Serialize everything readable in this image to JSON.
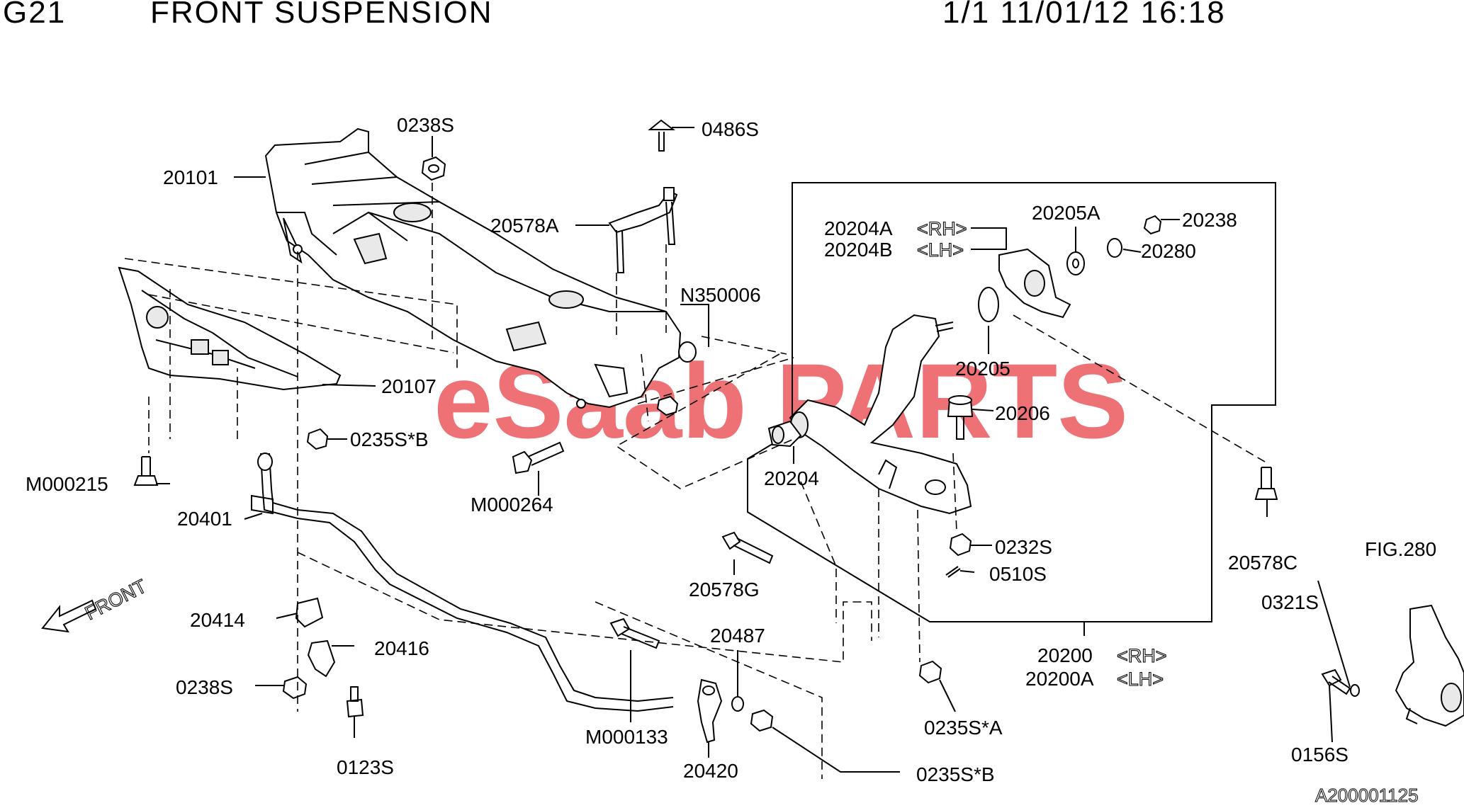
{
  "header": {
    "group": "G21",
    "title": "FRONT SUSPENSION",
    "page_info": "1/1 11/01/12 16:18"
  },
  "watermark": {
    "part1": "eSaab",
    "part2": "PARTS",
    "color_part1": "#e84a4f",
    "color_part2": "#e84a4f"
  },
  "direction": {
    "label": "FRONT",
    "icon": "front-arrow-icon"
  },
  "figure_id": "A200001125",
  "callouts": {
    "c_0238S_top": "0238S",
    "c_0486S": "0486S",
    "c_20101": "20101",
    "c_20578A": "20578A",
    "c_N350006": "N350006",
    "c_20107": "20107",
    "c_0235SB_left": "0235S*B",
    "c_M000215": "M000215",
    "c_20401": "20401",
    "c_M000264": "M000264",
    "c_20204A": "20204A",
    "c_20204B": "20204B",
    "c_20205A": "20205A",
    "c_20238": "20238",
    "c_20280": "20280",
    "c_20205": "20205",
    "c_20206": "20206",
    "c_20204": "20204",
    "c_0232S": "0232S",
    "c_0510S": "0510S",
    "c_20578G": "20578G",
    "c_20578C": "20578C",
    "c_FIG280": "FIG.280",
    "c_0321S": "0321S",
    "c_20414": "20414",
    "c_20416": "20416",
    "c_0238S_bottom": "0238S",
    "c_0123S": "0123S",
    "c_20487": "20487",
    "c_M000133": "M000133",
    "c_20420": "20420",
    "c_0235SA": "0235S*A",
    "c_0235SB_bottom": "0235S*B",
    "c_20200": "20200",
    "c_20200A": "20200A",
    "c_0156S": "0156S"
  },
  "side_tags": {
    "rh_1": "RH",
    "lh_1": "LH",
    "rh_2": "RH",
    "lh_2": "LH"
  }
}
